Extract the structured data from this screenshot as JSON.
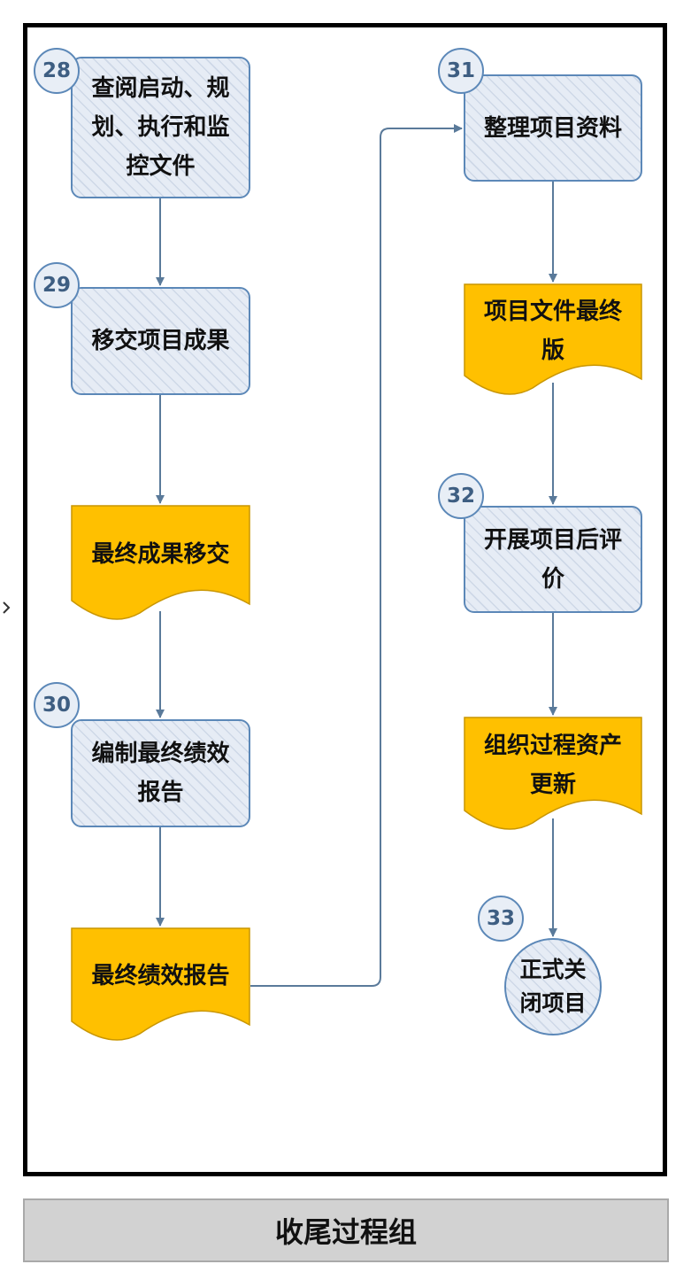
{
  "diagram": {
    "group_label": "收尾过程组",
    "steps": [
      {
        "number": "28",
        "label": "查阅启动、规划、执行和监控文件"
      },
      {
        "number": "29",
        "label": "移交项目成果"
      },
      {
        "number": "30",
        "label": "编制最终绩效报告"
      },
      {
        "number": "31",
        "label": "整理项目资料"
      },
      {
        "number": "32",
        "label": "开展项目后评价"
      },
      {
        "number": "33",
        "label": "正式关闭项目"
      }
    ],
    "outputs": [
      {
        "label": "最终成果移交"
      },
      {
        "label": "最终绩效报告"
      },
      {
        "label": "项目文件最终版"
      },
      {
        "label": "组织过程资产更新"
      }
    ]
  },
  "colors": {
    "frame": "#000000",
    "process_fill": "#e6ecf5",
    "process_border": "#5c88b8",
    "document_fill": "#ffc000",
    "connector": "#5a7a9a",
    "footer_fill": "#d2d2d2"
  }
}
